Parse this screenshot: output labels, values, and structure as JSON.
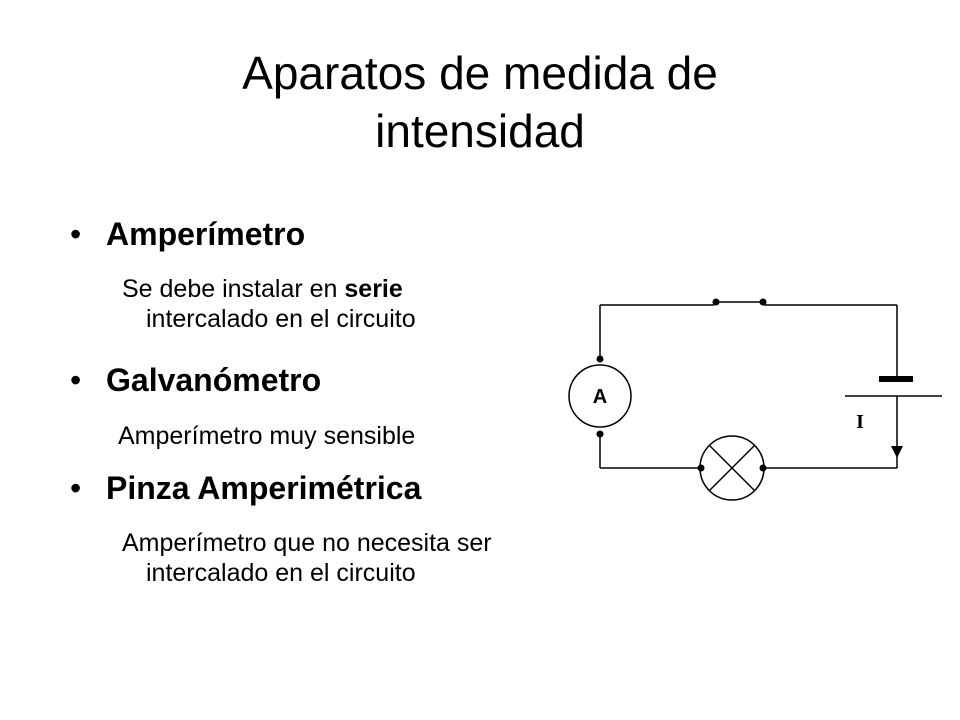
{
  "slide": {
    "title_line1": "Aparatos de medida de",
    "title_line2": "intensidad",
    "items": [
      {
        "bullet": "•",
        "heading": "Amperímetro",
        "line1_pre": "Se debe instalar en ",
        "line1_bold": "serie",
        "line2": "intercalado en el circuito"
      },
      {
        "bullet": "•",
        "heading": "Galvanómetro",
        "line1": "Amperímetro muy sensible"
      },
      {
        "bullet": "•",
        "heading": "Pinza Amperimétrica",
        "line1": "Amperímetro que no necesita ser",
        "line2": "intercalado en el circuito"
      }
    ]
  },
  "circuit": {
    "meter_label": "A",
    "current_label": "I"
  }
}
